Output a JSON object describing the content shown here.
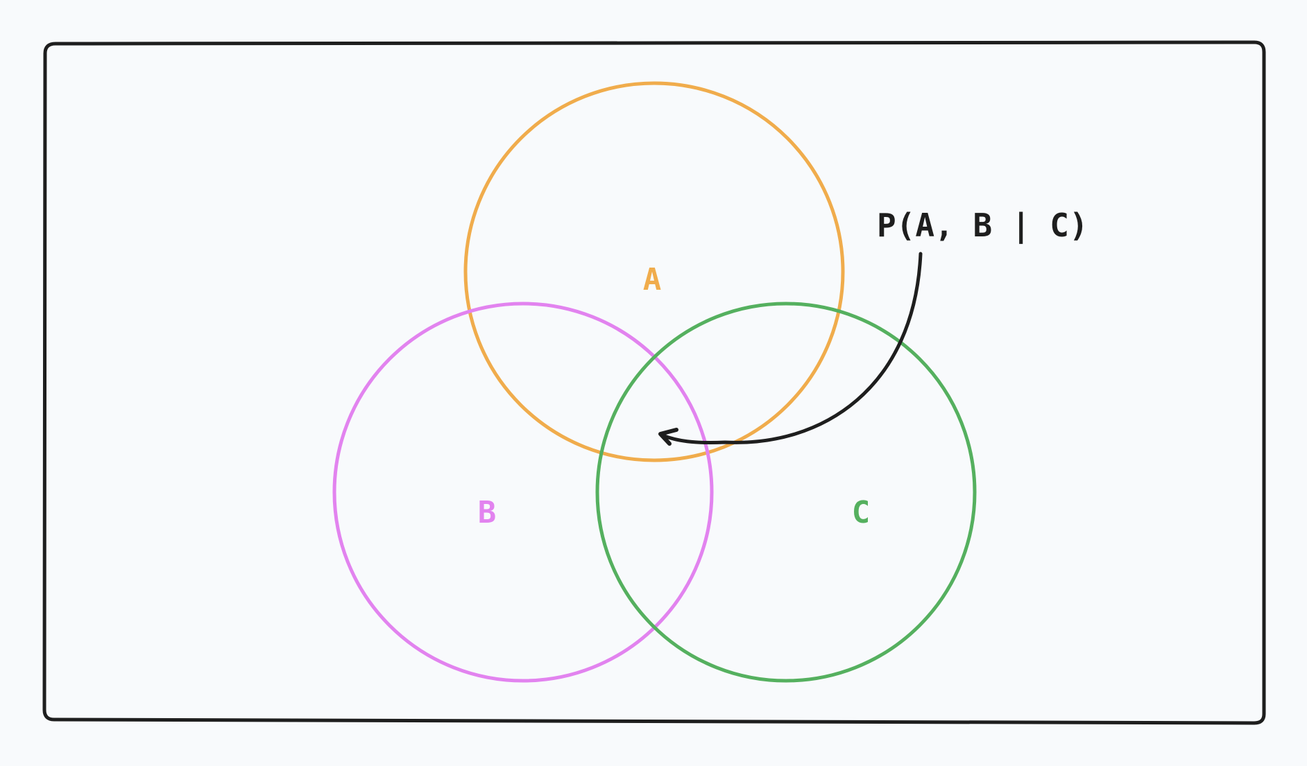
{
  "diagram": {
    "formula": "P(A, B | C)",
    "sets": [
      {
        "label": "A",
        "color": "#f0ac4c"
      },
      {
        "label": "B",
        "color": "#e283ef"
      },
      {
        "label": "C",
        "color": "#55b05f"
      }
    ],
    "frame_color": "#1e1e1e",
    "arrow_color": "#1e1e1e",
    "background": "#f8fafc"
  }
}
